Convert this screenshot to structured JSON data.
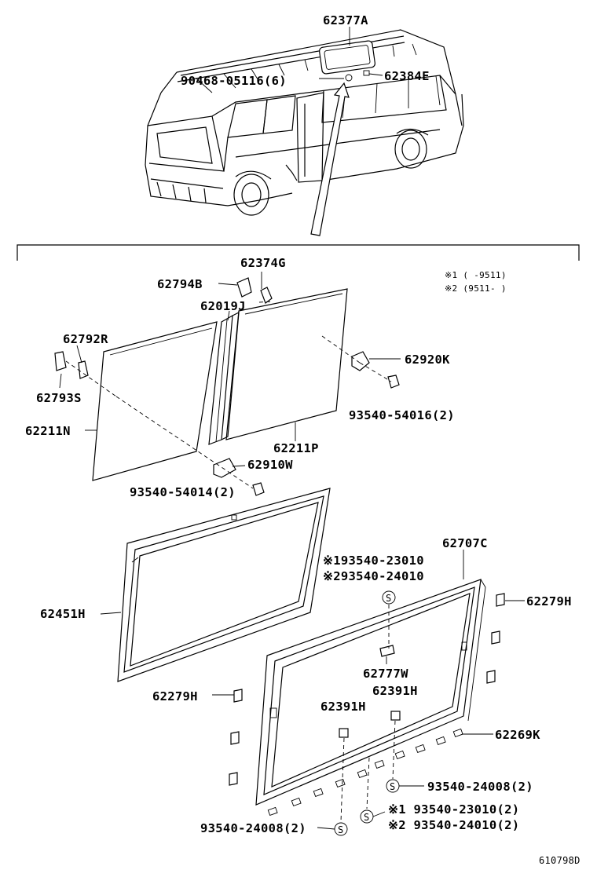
{
  "diagram_code": "610798D",
  "notes": {
    "note1": "※1 (      -9511)",
    "note2": "※2 (9511-      )"
  },
  "parts": {
    "p62377A": "62377A",
    "p90468": "90468-05116(6)",
    "p62384E": "62384E",
    "p62374G": "62374G",
    "p62794B": "62794B",
    "p62019J": "62019J",
    "p62792R": "62792R",
    "p62793S": "62793S",
    "p62920K": "62920K",
    "p93540_54016": "93540-54016(2)",
    "p62211N": "62211N",
    "p62211P": "62211P",
    "p62910W": "62910W",
    "p93540_54014": "93540-54014(2)",
    "p62707C": "62707C",
    "p93540_23010_n1": "※193540-23010",
    "p93540_24010_n2": "※293540-24010",
    "p62451H": "62451H",
    "p62279H_right": "62279H",
    "p62777W": "62777W",
    "p62391H_a": "62391H",
    "p62391H_b": "62391H",
    "p62279H_left": "62279H",
    "p62269K": "62269K",
    "p93540_24008_right": "93540-24008(2)",
    "p93540_23010_bottom": "※1 93540-23010(2)",
    "p93540_24010_bottom": "※2 93540-24010(2)",
    "p93540_24008_left": "93540-24008(2)"
  },
  "symbols": {
    "seal": "S"
  }
}
